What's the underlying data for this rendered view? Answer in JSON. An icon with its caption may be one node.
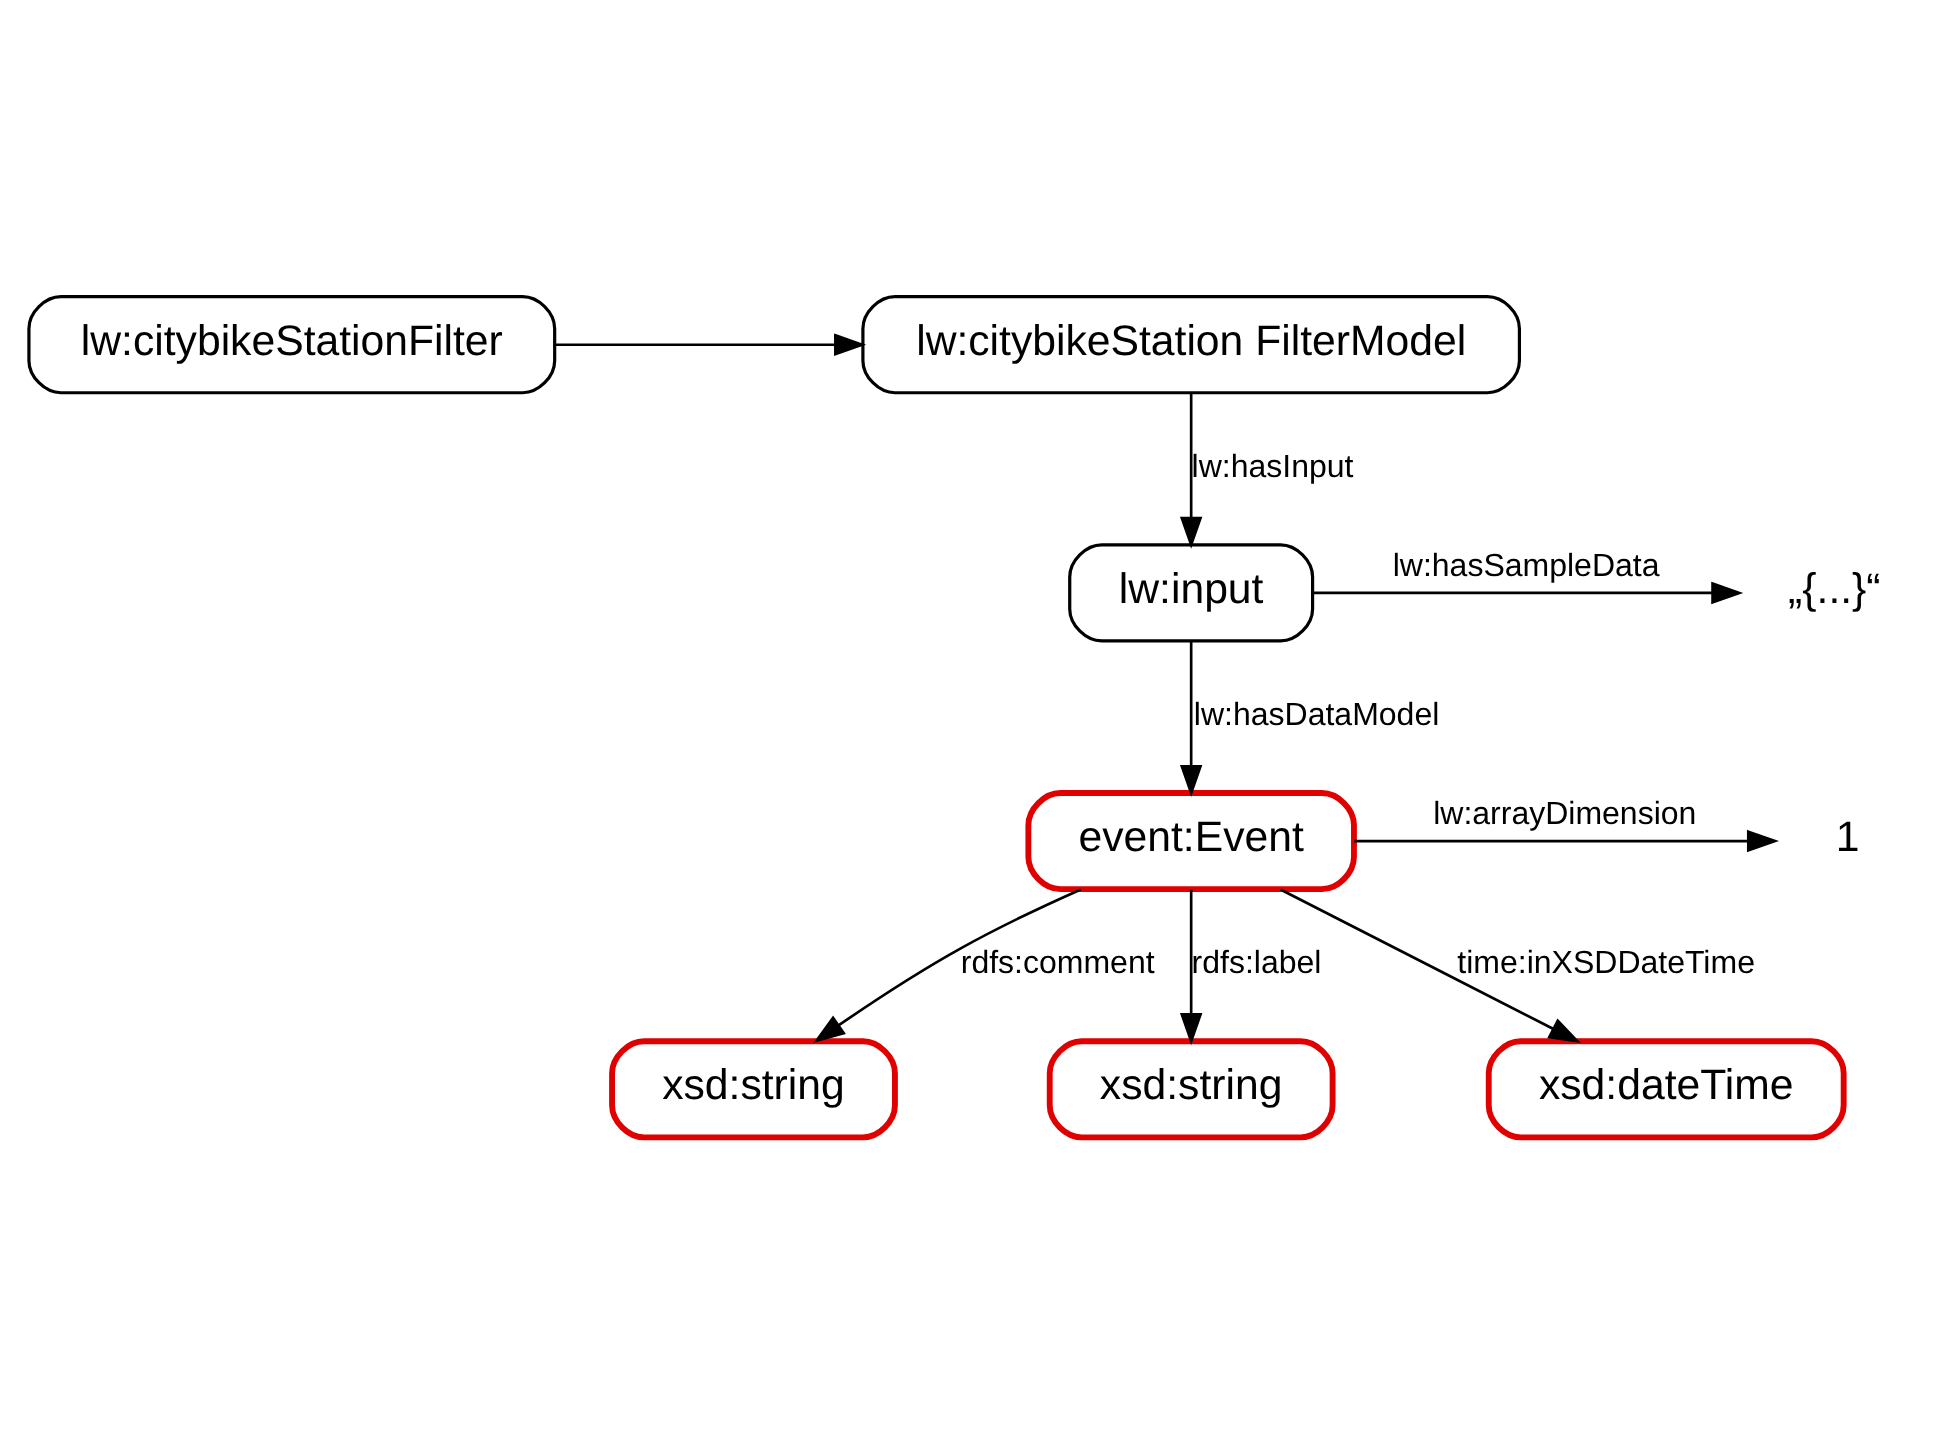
{
  "diagram": {
    "nodes": [
      {
        "text": [
          "lw:citybikeStationFilter"
        ]
      },
      {
        "text": [
          "lw:citybikeStation FilterModel"
        ]
      },
      {
        "text": [
          "lw:input"
        ]
      },
      {
        "text": [
          "„{...}“"
        ]
      },
      {
        "text": [
          "event:Event"
        ]
      },
      {
        "text": [
          "1"
        ]
      },
      {
        "text": [
          "xsd:string"
        ]
      },
      {
        "text": [
          "xsd:string"
        ]
      },
      {
        "text": [
          "xsd:dateTime"
        ]
      }
    ],
    "edges": [
      {
        "from": 0,
        "to": 1,
        "arrow": "to"
      },
      {
        "from": 1,
        "to": 2,
        "arrow": "to",
        "label": "lw:hasInput"
      },
      {
        "from": 2,
        "to": 3,
        "arrow": "to",
        "label": "lw:hasSampleData"
      },
      {
        "from": 2,
        "to": 4,
        "arrow": "to",
        "label": "lw:hasDataModel"
      },
      {
        "from": 4,
        "to": 5,
        "arrow": "to",
        "label": "lw:arrayDimension"
      },
      {
        "from": 4,
        "to": 6,
        "arrow": "to",
        "label": "rdfs:comment"
      },
      {
        "from": 4,
        "to": 8,
        "arrow": "to",
        "label": "time:inXSDDateTime"
      },
      {
        "from": 4,
        "to": 7,
        "arrow": "to",
        "label": "rdfs:label"
      }
    ]
  }
}
